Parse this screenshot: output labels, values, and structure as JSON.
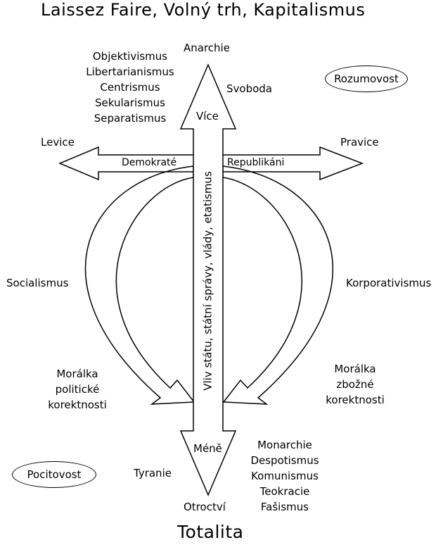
{
  "title_top": "Laissez Faire, Volný trh, Kapitalismus",
  "title_bottom": "Totalita",
  "top_label": "Anarchie",
  "bottom_label": "Otroctví",
  "arrow_up_label": "Více",
  "arrow_down_label": "Méně",
  "axis_label": "Vliv státu, státní správy, vlády, etatismus",
  "left_label": "Levice",
  "right_label": "Pravice",
  "left_arrow_label": "Demokraté",
  "right_arrow_label": "Republikáni",
  "top_left_list": [
    "Objektivismus",
    "Libertarianismus",
    "Centrismus",
    "Sekularismus",
    "Separatismus"
  ],
  "svoboda": "Svoboda",
  "rozumovost": "Rozumovost",
  "socialismus": "Socialismus",
  "korporativismus": "Korporativismus",
  "moral_left": [
    "Morálka",
    "politické",
    "korektnosti"
  ],
  "moral_right": [
    "Morálka",
    "zbožné",
    "korektnosti"
  ],
  "pocitovost": "Pocitovost",
  "tyranie": "Tyranie",
  "bottom_right_list": [
    "Monarchie",
    "Despotismus",
    "Komunismus",
    "Teokracie",
    "Fašismus"
  ]
}
